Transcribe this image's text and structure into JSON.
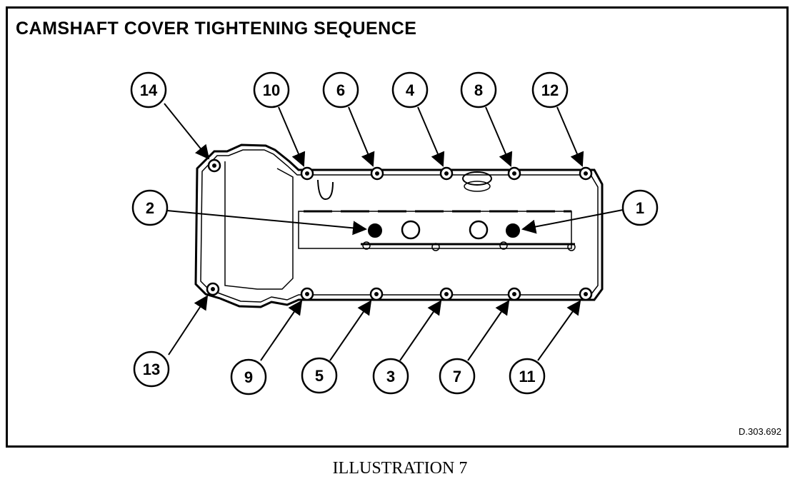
{
  "title": "CAMSHAFT COVER TIGHTENING SEQUENCE",
  "reference": "D.303.692",
  "caption": "ILLUSTRATION 7",
  "callouts": {
    "top": [
      "14",
      "10",
      "6",
      "4",
      "8",
      "12"
    ],
    "middle_left": "2",
    "middle_right": "1",
    "bottom": [
      "13",
      "9",
      "5",
      "3",
      "7",
      "11"
    ]
  }
}
